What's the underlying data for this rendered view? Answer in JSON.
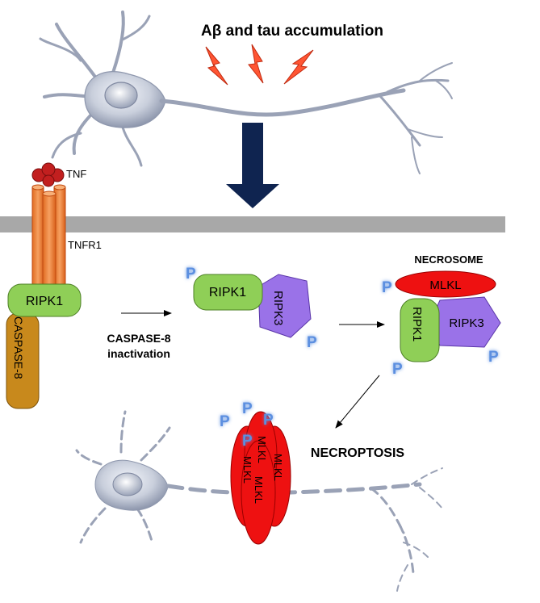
{
  "title": "Aβ and tau accumulation",
  "labels": {
    "tnf": "TNF",
    "tnfr1": "TNFR1",
    "ripk1": "RIPK1",
    "ripk3": "RIPK3",
    "caspase8": "CASPASE-8",
    "caspase8_inactivation_line1": "CASPASE-8",
    "caspase8_inactivation_line2": "inactivation",
    "necrosome": "NECROSOME",
    "mlkl": "MLKL",
    "necroptosis": "NECROPTOSIS",
    "phospho": "P"
  },
  "colors": {
    "membrane": "#a8a8a8",
    "arrow_dark": "#0f2450",
    "tnf": "#c21f1f",
    "tnfr1": "#f08a3c",
    "ripk1": "#8fcf57",
    "ripk3": "#9a72e8",
    "caspase8": "#c8891c",
    "mlkl": "#ee1111",
    "lightning": "#ff5533",
    "phospho": "#5b8fe0",
    "neuron": "#c5cbd8"
  }
}
